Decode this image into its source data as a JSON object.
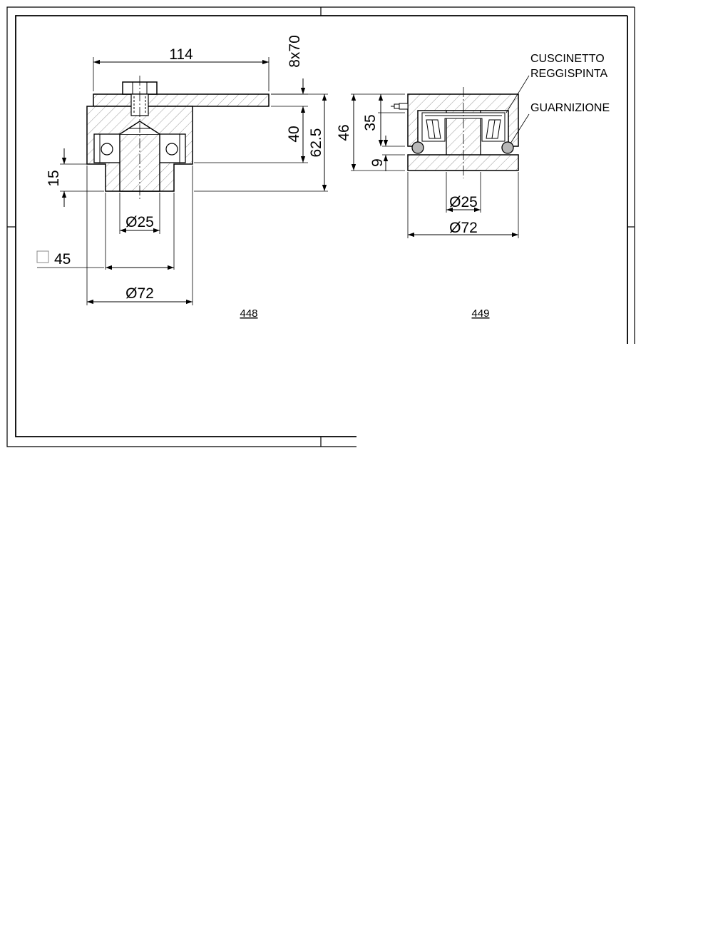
{
  "drawing_448": {
    "number": "448",
    "dim_length": "114",
    "dim_plate": "8x70",
    "dim_40": "40",
    "dim_62_5": "62.5",
    "dim_15": "15",
    "dim_bore": "Ø25",
    "dim_square": "45",
    "dim_outer": "Ø72"
  },
  "drawing_449": {
    "number": "449",
    "dim_46": "46",
    "dim_35": "35",
    "dim_9": "9",
    "dim_bore": "Ø25",
    "dim_outer": "Ø72",
    "label_bearing_line1": "CUSCINETTO",
    "label_bearing_line2": "REGGISPINTA",
    "label_seal": "GUARNIZIONE"
  }
}
